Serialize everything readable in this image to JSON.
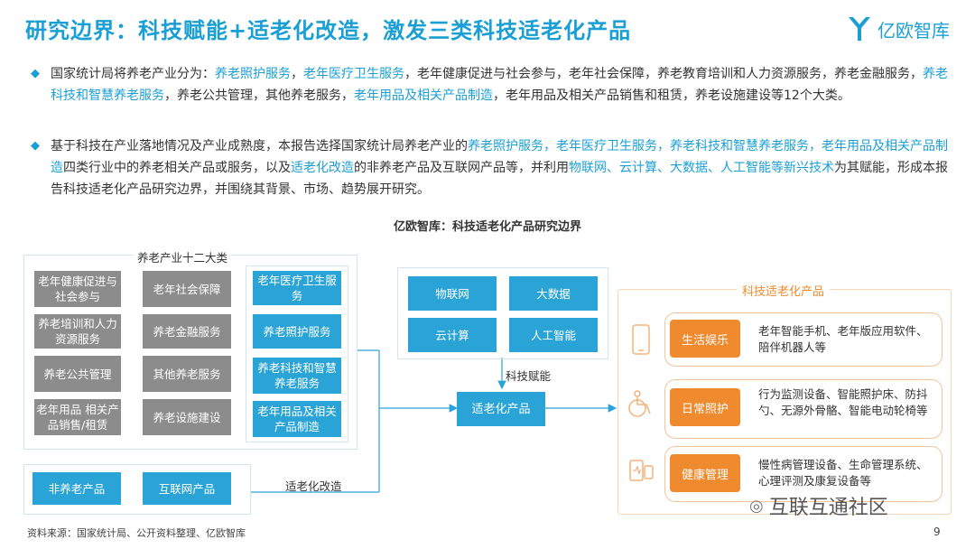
{
  "header": {
    "title": "研究边界：科技赋能+适老化改造，激发三类科技适老化产品",
    "logo_text": "亿欧智库"
  },
  "paragraphs": [
    {
      "segments": [
        {
          "text": "国家统计局将养老产业分为：",
          "hl": false
        },
        {
          "text": "养老照护服务",
          "hl": true
        },
        {
          "text": "，",
          "hl": false
        },
        {
          "text": "老年医疗卫生服务",
          "hl": true
        },
        {
          "text": "，老年健康促进与社会参与，老年社会保障，养老教育培训和人力资源服务，养老金融服务，",
          "hl": false
        },
        {
          "text": "养老科技和智慧养老服务",
          "hl": true
        },
        {
          "text": "，养老公共管理，其他养老服务，",
          "hl": false
        },
        {
          "text": "老年用品及相关产品制造",
          "hl": true
        },
        {
          "text": "，老年用品及相关产品销售和租赁，养老设施建设等12个大类。",
          "hl": false
        }
      ]
    },
    {
      "segments": [
        {
          "text": "基于科技在产业落地情况及产业成熟度，本报告选择国家统计局养老产业的",
          "hl": false
        },
        {
          "text": "养老照护服务，老年医疗卫生服务，养老科技和智慧养老服务，老年用品及相关产品制造",
          "hl": true
        },
        {
          "text": "四类行业中的养老相关产品或服务，以及",
          "hl": false
        },
        {
          "text": "适老化改造",
          "hl": true
        },
        {
          "text": "的非养老产品及互联网产品等，并利用",
          "hl": false
        },
        {
          "text": "物联网、云计算、大数据、人工智能等新兴技术",
          "hl": true
        },
        {
          "text": "为其赋能，形成本报告科技适老化产品研究边界，并围绕其背景、市场、趋势展开研究。",
          "hl": false
        }
      ]
    }
  ],
  "diagram": {
    "title": "亿欧智库：科技适老化产品研究边界",
    "industry_group_label": "养老产业十二大类",
    "gray_boxes": [
      "老年健康促进与社会参与",
      "老年社会保障",
      "养老培训和人力资源服务",
      "养老金融服务",
      "养老公共管理",
      "其他养老服务",
      "老年用品 相关产品销售/租赁",
      "养老设施建设"
    ],
    "blue_boxes": [
      "老年医疗卫生服务",
      "养老照护服务",
      "养老科技和智慧养老服务",
      "老年用品及相关产品制造"
    ],
    "tech_boxes": [
      "物联网",
      "大数据",
      "云计算",
      "人工智能"
    ],
    "tech_label": "科技赋能",
    "center_box": "适老化产品",
    "bottom_boxes": [
      "非养老产品",
      "互联网产品"
    ],
    "bottom_label": "适老化改造",
    "products_label": "科技适老化产品",
    "product_rows": [
      {
        "category": "生活娱乐",
        "desc": "老年智能手机、老年版应用软件、陪伴机器人等",
        "icon": "phone-icon"
      },
      {
        "category": "日常照护",
        "desc": "行为监测设备、智能照护床、防抖勺、无源外骨骼、智能电动轮椅等",
        "icon": "wheelchair-icon"
      },
      {
        "category": "健康管理",
        "desc": "慢性病管理设备、生命管理系统、心理评测及康复设备等",
        "icon": "health-device-icon"
      }
    ]
  },
  "footer": {
    "source": "资料来源：国家统计局、公开资料整理、亿欧智库",
    "page_number": "9",
    "watermark": "互联互通社区"
  },
  "colors": {
    "accent": "#1a9fd4",
    "box_blue": "#2aa4d6",
    "box_gray": "#8c8c8c",
    "orange": "#ef8a2e"
  }
}
